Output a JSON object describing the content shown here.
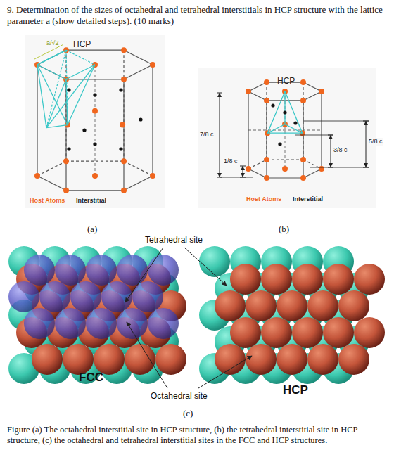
{
  "diagram": {
    "title": "9. Determination of the sizes of octahedral and tetrahedral interstitials in HCP structure with the lattice parameter a (show detailed steps). (10 marks)",
    "caption": "Figure (a) The octahedral interstitial site in HCP structure, (b) the tetrahedral interstitial site in HCP structure, (c) the octahedral and tetrahedral interstitial sites in the FCC and HCP structures.",
    "labels": [
      "HCP",
      "a/√2",
      "Host Atoms",
      "Interstitial",
      "(a)",
      "HCP",
      "7/8 c",
      "1/8 c",
      "3/8 c",
      "5/8 c",
      "Host Atoms",
      "Interstitial",
      "(b)",
      "Tetrahedral site",
      "FCC",
      "Octahedral site",
      "HCP",
      "(c)"
    ]
  }
}
